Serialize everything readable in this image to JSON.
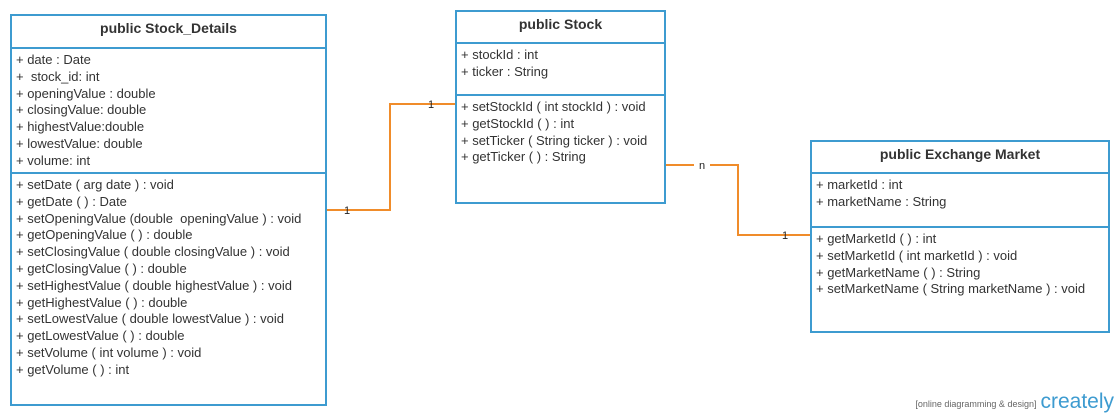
{
  "classes": [
    {
      "id": "stock_details",
      "title": "public Stock_Details",
      "attributes": [
        "+ date : Date",
        "+  stock_id: int",
        "+ openingValue : double",
        "+ closingValue: double",
        "+ highestValue:double",
        "+ lowestValue: double",
        "+ volume: int"
      ],
      "methods": [
        "+ setDate ( arg date ) : void",
        "+ getDate ( ) : Date",
        "+ setOpeningValue (double  openingValue ) : void",
        "+ getOpeningValue ( ) : double",
        "+ setClosingValue ( double closingValue ) : void",
        "+ getClosingValue ( ) : double",
        "+ setHighestValue ( double highestValue ) : void",
        "+ getHighestValue ( ) : double",
        "+ setLowestValue ( double lowestValue ) : void",
        "+ getLowestValue ( ) : double",
        "+ setVolume ( int volume ) : void",
        "+ getVolume ( ) : int"
      ]
    },
    {
      "id": "stock",
      "title": "public Stock",
      "attributes": [
        "+ stockId : int",
        "+ ticker : String"
      ],
      "methods": [
        "+ setStockId ( int stockId ) : void",
        "+ getStockId ( ) : int",
        "+ setTicker ( String ticker ) : void",
        "+ getTicker ( ) : String"
      ]
    },
    {
      "id": "exchange_market",
      "title": "public Exchange Market",
      "attributes": [
        "+ marketId : int",
        "+ marketName : String"
      ],
      "methods": [
        "+ getMarketId ( ) : int",
        "+ setMarketId ( int marketId ) : void",
        "+ getMarketName ( ) : String",
        "+ setMarketName ( String marketName ) : void"
      ]
    }
  ],
  "connectors": [
    {
      "from": "stock_details",
      "to": "stock",
      "from_label": "1",
      "to_label": "1"
    },
    {
      "from": "stock",
      "to": "exchange_market",
      "from_label": "n",
      "to_label": "1"
    }
  ],
  "connector_color": "#f08c2a",
  "border_color": "#3d9bd0",
  "footer": {
    "tagline": "[online diagramming & design]",
    "logo": "creately"
  }
}
